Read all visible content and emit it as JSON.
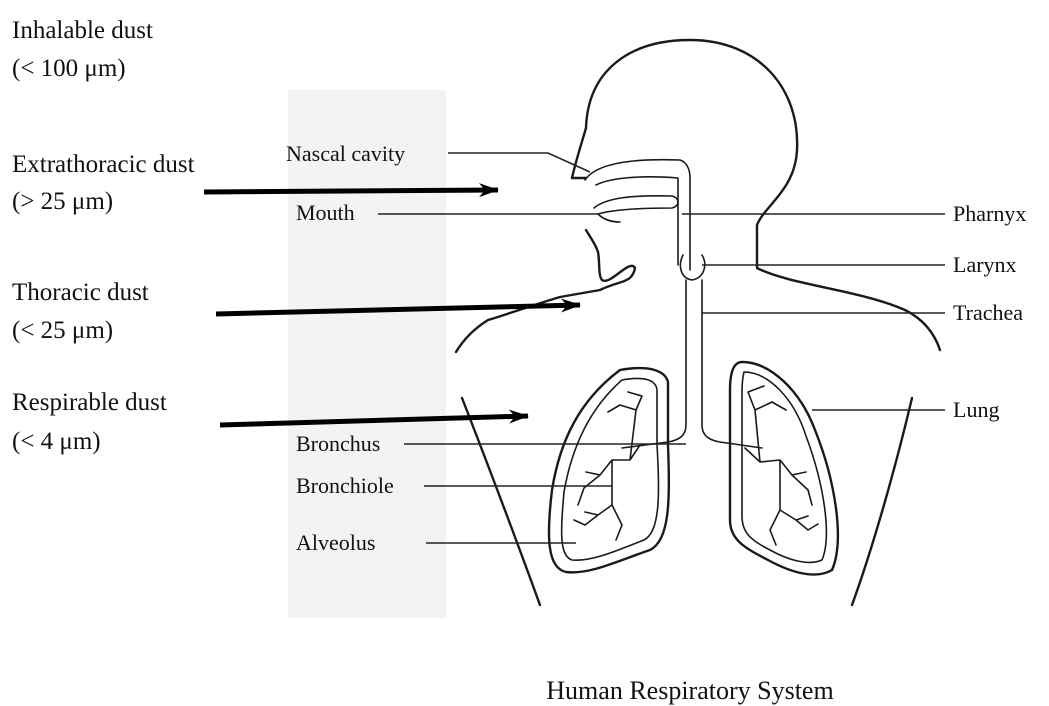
{
  "dust_classes": [
    {
      "name": "Inhalable dust",
      "size": "(< 100 μm)"
    },
    {
      "name": "Extrathoracic dust",
      "size": "(> 25 μm)"
    },
    {
      "name": "Thoracic dust",
      "size": "(< 25 μm)"
    },
    {
      "name": "Respirable dust",
      "size": "(< 4 μm)"
    }
  ],
  "left_labels": {
    "nasal_cavity": "Nascal cavity",
    "mouth": "Mouth",
    "bronchus": "Bronchus",
    "bronchiole": "Bronchiole",
    "alveolus": "Alveolus"
  },
  "right_labels": {
    "pharynx": "Pharnyx",
    "larynx": "Larynx",
    "trachea": "Trachea",
    "lung": "Lung"
  },
  "caption": "Human Respiratory System",
  "colors": {
    "line": "#1a1a1a",
    "shaded_panel": "#f4f4f4",
    "background": "#ffffff"
  }
}
